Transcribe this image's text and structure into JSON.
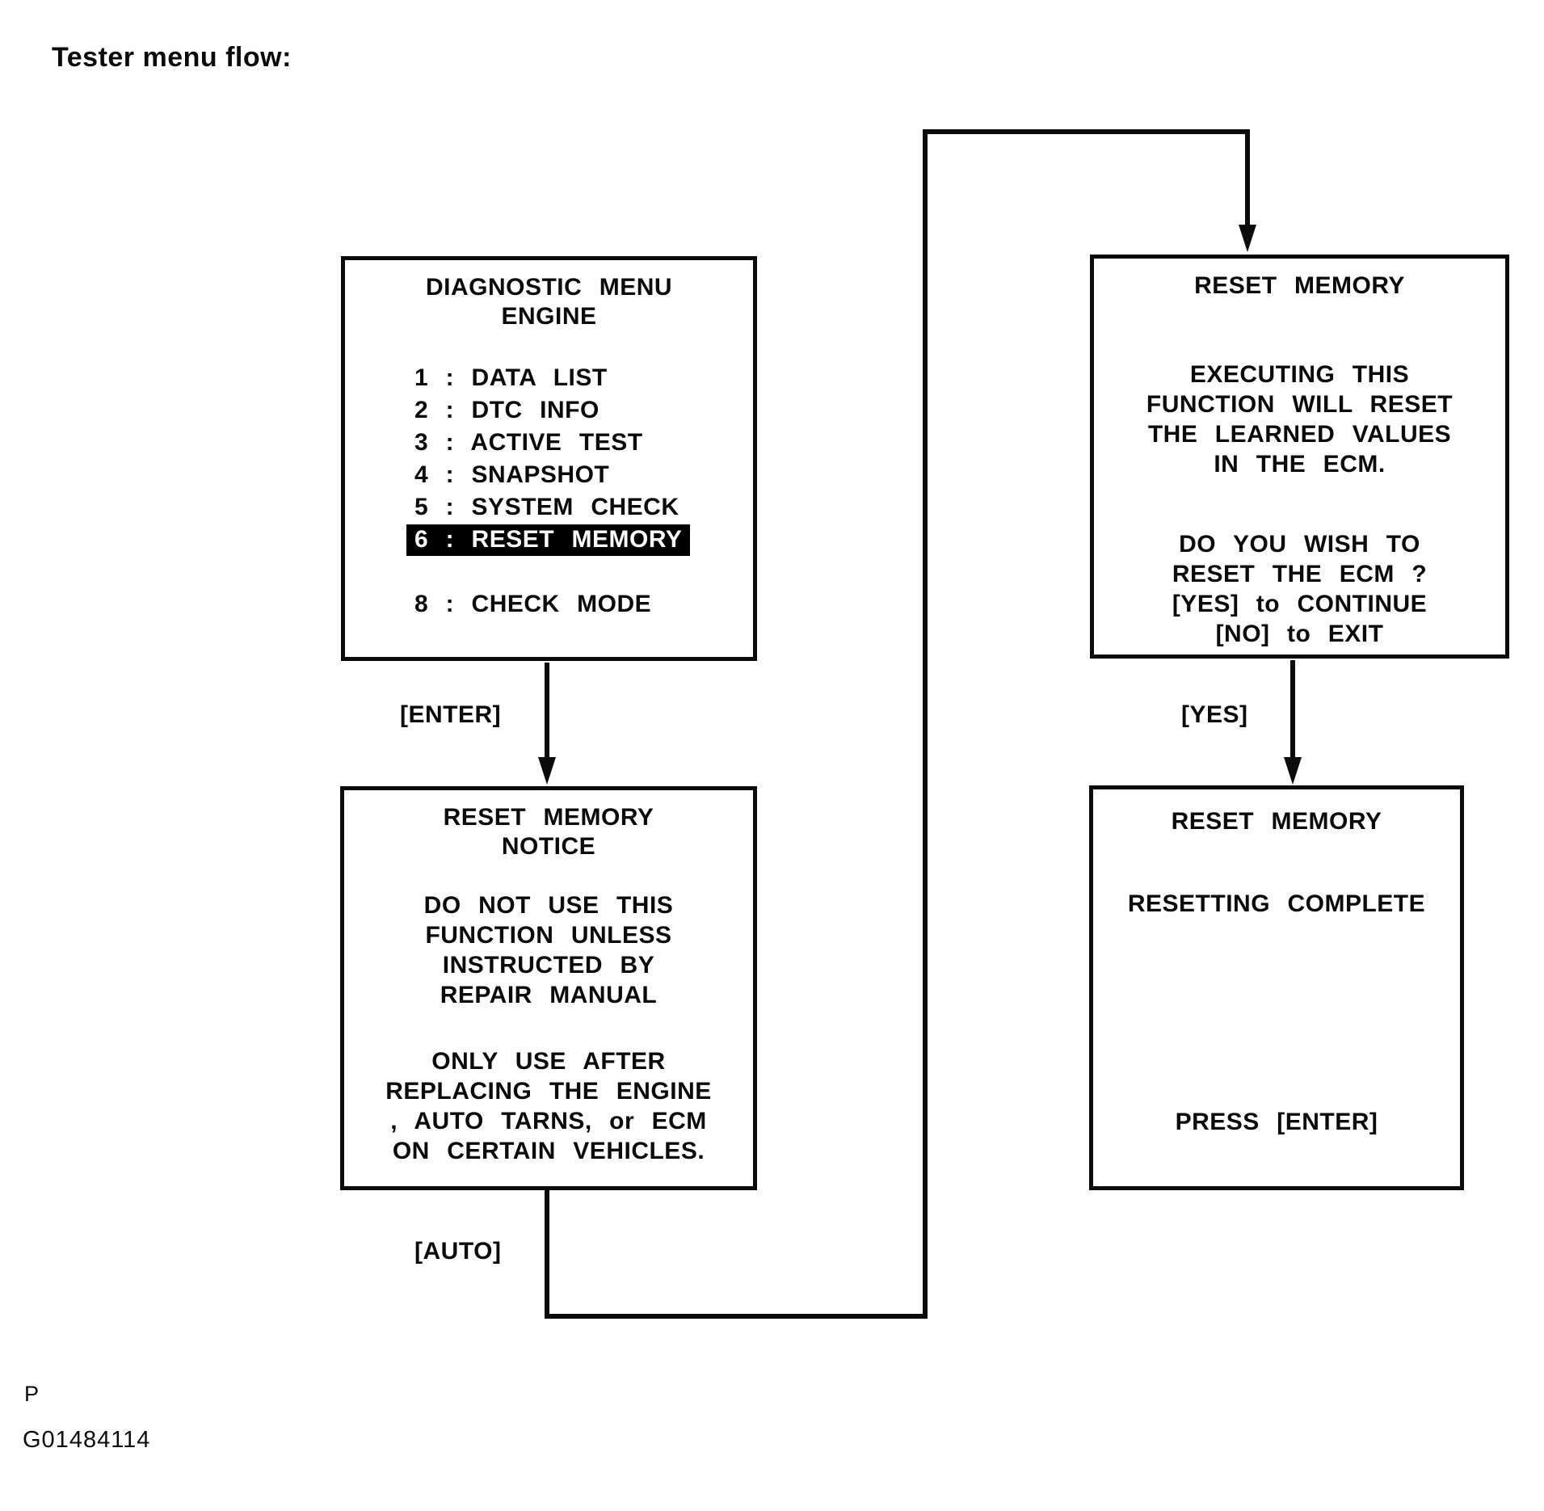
{
  "page": {
    "title": "Tester menu flow:",
    "page_mark": "P",
    "figure_id": "G01484114"
  },
  "colors": {
    "ink": "#0b0b0b",
    "paper": "#ffffff",
    "highlight_bg": "#000000",
    "highlight_fg": "#ffffff"
  },
  "screens": {
    "diagnostic_menu": {
      "title_line1": "DIAGNOSTIC MENU",
      "title_line2": "ENGINE",
      "items": [
        "1 : DATA LIST",
        "2 : DTC INFO",
        "3 : ACTIVE TEST",
        "4 : SNAPSHOT",
        "5 : SYSTEM CHECK",
        "6 : RESET MEMORY",
        "8 : CHECK MODE"
      ],
      "highlighted_item": "6 : RESET MEMORY"
    },
    "reset_memory_notice": {
      "title_line1": "RESET MEMORY",
      "title_line2": "NOTICE",
      "para1": [
        "DO NOT USE THIS",
        "FUNCTION UNLESS",
        "INSTRUCTED BY",
        "REPAIR MANUAL"
      ],
      "para2": [
        "ONLY USE AFTER",
        "REPLACING THE ENGINE",
        ", AUTO TARNS, or ECM",
        "ON CERTAIN VEHICLES."
      ]
    },
    "reset_memory_confirm": {
      "title": "RESET MEMORY",
      "para1": [
        "EXECUTING THIS",
        "FUNCTION WILL RESET",
        "THE LEARNED VALUES",
        "IN THE ECM."
      ],
      "para2": [
        "DO YOU WISH TO",
        "RESET THE ECM ?",
        "[YES] to CONTINUE",
        "[NO] to EXIT"
      ]
    },
    "reset_memory_complete": {
      "title": "RESET MEMORY",
      "status": "RESETTING COMPLETE",
      "prompt": "PRESS [ENTER]"
    }
  },
  "connectors": {
    "enter": {
      "label": "[ENTER]"
    },
    "auto": {
      "label": "[AUTO]"
    },
    "yes": {
      "label": "[YES]"
    }
  }
}
